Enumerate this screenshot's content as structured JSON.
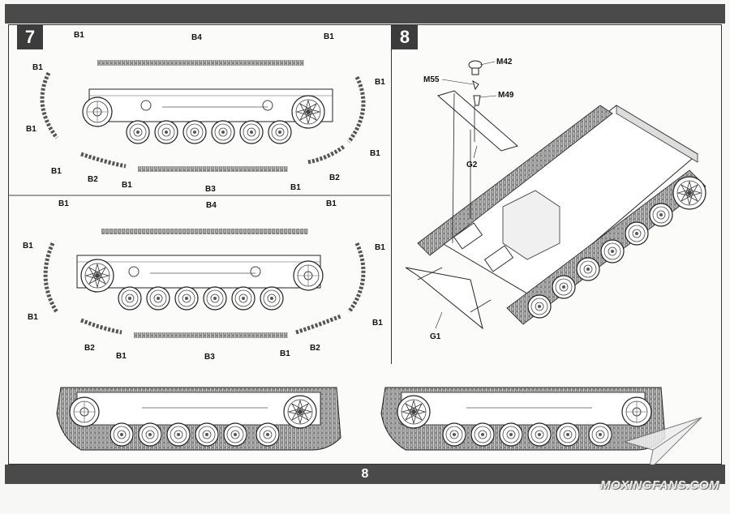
{
  "page_number": "8",
  "steps": [
    {
      "number": "7",
      "labels": [
        "B1",
        "B2",
        "B3",
        "B4"
      ]
    },
    {
      "number": "8",
      "labels": [
        "M42",
        "M55",
        "M49",
        "G2",
        "G1"
      ]
    }
  ],
  "watermark": "MOXINGFANS.COM"
}
